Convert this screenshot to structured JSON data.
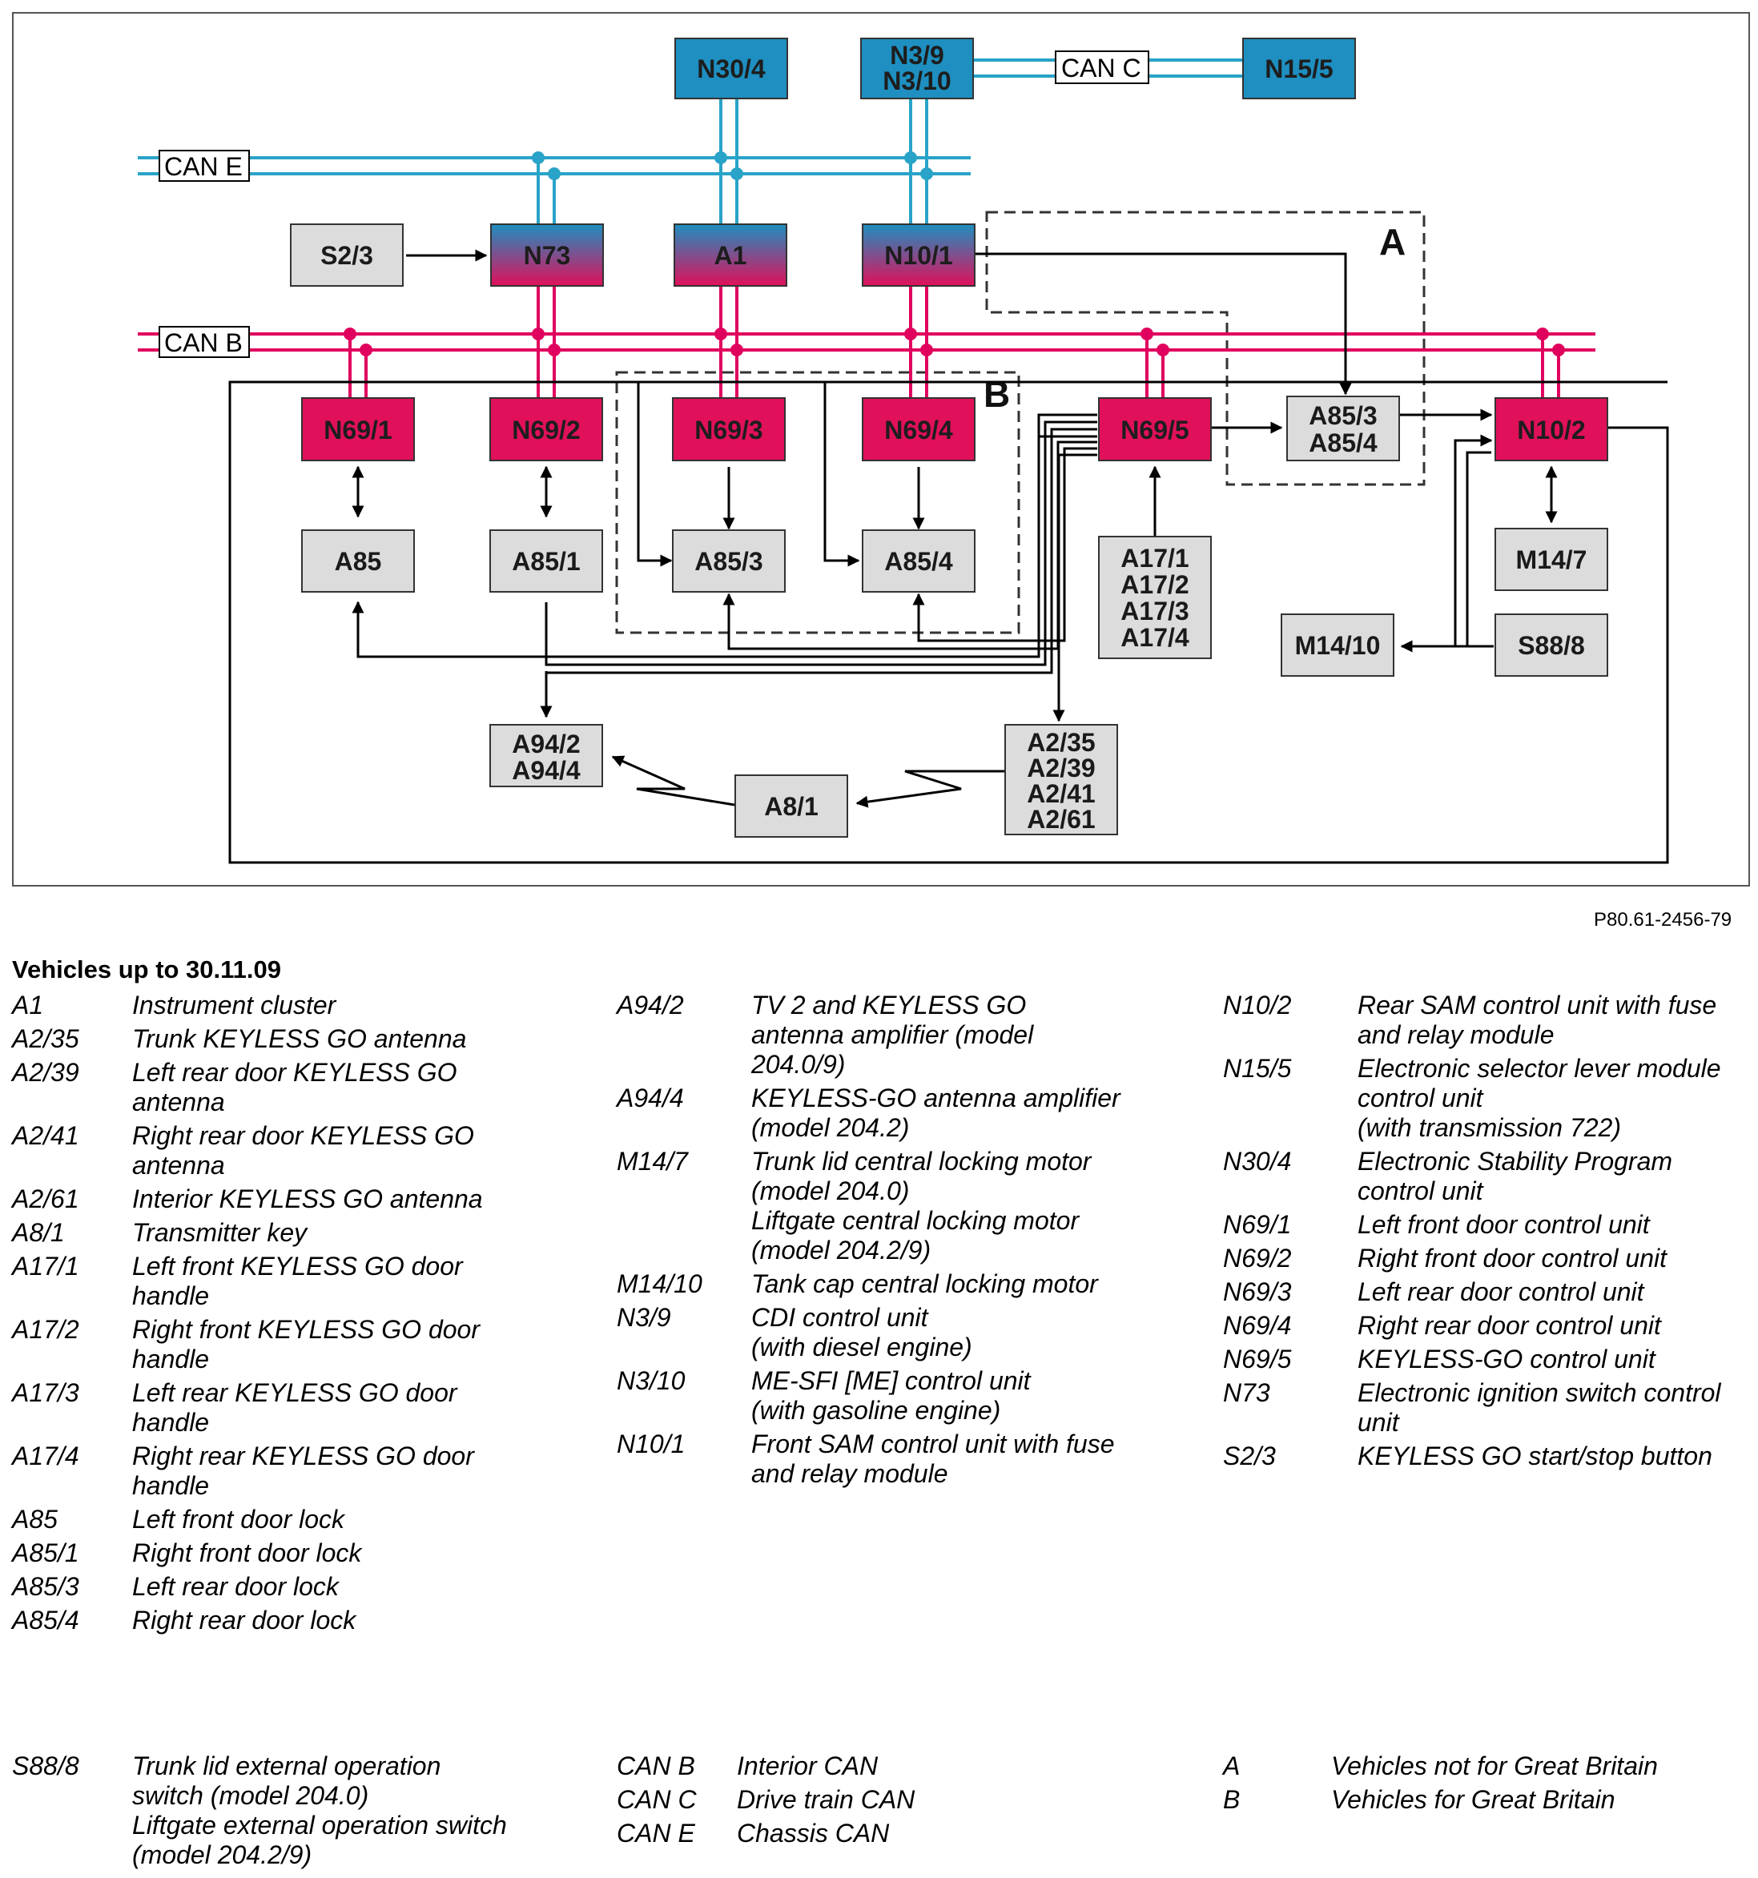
{
  "colors": {
    "can_e": "#29a3c8",
    "can_b": "#e0005e",
    "blue_block": "#1e8fc0",
    "pink_block": "#e0105a",
    "grey_block": "#dcdcdc"
  },
  "diagram": {
    "can_e": "CAN E",
    "can_b": "CAN B",
    "can_c": "CAN C",
    "region_a": "A",
    "region_b": "B",
    "blocks": {
      "n30_4": "N30/4",
      "n3_9": "N3/9",
      "n3_10": "N3/10",
      "n15_5": "N15/5",
      "s2_3": "S2/3",
      "n73": "N73",
      "a1": "A1",
      "n10_1": "N10/1",
      "n69_1": "N69/1",
      "n69_2": "N69/2",
      "n69_3": "N69/3",
      "n69_4": "N69/4",
      "n69_5": "N69/5",
      "a85_3_top": "A85/3",
      "a85_4_top": "A85/4",
      "n10_2": "N10/2",
      "a85": "A85",
      "a85_1": "A85/1",
      "a85_3": "A85/3",
      "a85_4": "A85/4",
      "a17_1": "A17/1",
      "a17_2": "A17/2",
      "a17_3": "A17/3",
      "a17_4": "A17/4",
      "m14_7": "M14/7",
      "m14_10": "M14/10",
      "s88_8": "S88/8",
      "a94_2": "A94/2",
      "a94_4": "A94/4",
      "a8_1": "A8/1",
      "a2_35": "A2/35",
      "a2_39": "A2/39",
      "a2_41": "A2/41",
      "a2_61": "A2/61"
    }
  },
  "figure_ref": "P80.61-2456-79",
  "legend": {
    "title": "Vehicles up to 30.11.09",
    "col1": [
      {
        "code": "A1",
        "desc": "Instrument cluster"
      },
      {
        "code": "A2/35",
        "desc": "Trunk KEYLESS GO antenna"
      },
      {
        "code": "A2/39",
        "desc": "Left rear door KEYLESS GO\nantenna"
      },
      {
        "code": "A2/41",
        "desc": "Right rear door KEYLESS GO\nantenna"
      },
      {
        "code": "A2/61",
        "desc": "Interior KEYLESS GO antenna"
      },
      {
        "code": "A8/1",
        "desc": "Transmitter key"
      },
      {
        "code": "A17/1",
        "desc": "Left front KEYLESS GO door\nhandle"
      },
      {
        "code": "A17/2",
        "desc": "Right front KEYLESS GO door\nhandle"
      },
      {
        "code": "A17/3",
        "desc": "Left rear KEYLESS GO door\nhandle"
      },
      {
        "code": "A17/4",
        "desc": "Right rear KEYLESS GO door\nhandle"
      },
      {
        "code": "A85",
        "desc": "Left front door lock"
      },
      {
        "code": "A85/1",
        "desc": "Right front door lock"
      },
      {
        "code": "A85/3",
        "desc": "Left rear door lock"
      },
      {
        "code": "A85/4",
        "desc": "Right rear door lock"
      }
    ],
    "col2": [
      {
        "code": "A94/2",
        "desc": "TV 2 and KEYLESS GO\nantenna amplifier (model\n204.0/9)"
      },
      {
        "code": "A94/4",
        "desc": "KEYLESS-GO antenna amplifier\n(model 204.2)"
      },
      {
        "code": "M14/7",
        "desc": "Trunk lid central locking motor\n(model 204.0)\nLiftgate central locking motor\n(model 204.2/9)"
      },
      {
        "code": "M14/10",
        "desc": "Tank cap central locking motor"
      },
      {
        "code": "N3/9",
        "desc": "CDI control unit\n(with diesel engine)"
      },
      {
        "code": "N3/10",
        "desc": "ME-SFI [ME] control unit\n(with gasoline engine)"
      },
      {
        "code": "N10/1",
        "desc": "Front SAM control unit with fuse\nand relay module"
      }
    ],
    "col3": [
      {
        "code": "N10/2",
        "desc": "Rear SAM control unit with fuse\nand relay module"
      },
      {
        "code": "N15/5",
        "desc": "Electronic selector lever module\ncontrol unit\n(with transmission 722)"
      },
      {
        "code": "N30/4",
        "desc": "Electronic Stability Program\ncontrol unit"
      },
      {
        "code": "N69/1",
        "desc": "Left front door control unit"
      },
      {
        "code": "N69/2",
        "desc": "Right front door control unit"
      },
      {
        "code": "N69/3",
        "desc": "Left rear door control unit"
      },
      {
        "code": "N69/4",
        "desc": "Right rear door control unit"
      },
      {
        "code": "N69/5",
        "desc": "KEYLESS-GO control unit"
      },
      {
        "code": "N73",
        "desc": "Electronic ignition switch control\nunit"
      },
      {
        "code": "S2/3",
        "desc": "KEYLESS GO start/stop button"
      }
    ],
    "foot1": [
      {
        "code": "S88/8",
        "desc": "Trunk lid external operation\nswitch (model 204.0)\nLiftgate external operation switch\n(model 204.2/9)"
      }
    ],
    "foot2": [
      {
        "code": "CAN B",
        "desc": "Interior CAN"
      },
      {
        "code": "CAN C",
        "desc": "Drive train CAN"
      },
      {
        "code": "CAN E",
        "desc": "Chassis CAN"
      }
    ],
    "foot3": [
      {
        "code": "A",
        "desc": "Vehicles not for Great Britain"
      },
      {
        "code": "B",
        "desc": "Vehicles for Great Britain"
      }
    ]
  }
}
